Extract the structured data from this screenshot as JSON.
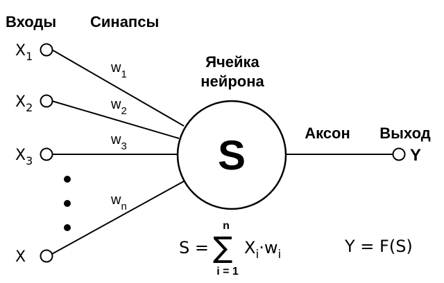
{
  "labels": {
    "inputs_header": "Входы",
    "synapses_header": "Синапсы",
    "cell_line1": "Ячейка",
    "cell_line2": "нейрона",
    "axon": "Аксон",
    "output_header": "Выход"
  },
  "inputs": [
    {
      "name": "X",
      "sub": "1",
      "weight": "w",
      "weight_sub": "1"
    },
    {
      "name": "X",
      "sub": "2",
      "weight": "w",
      "weight_sub": "2"
    },
    {
      "name": "X",
      "sub": "3",
      "weight": "w",
      "weight_sub": "3"
    },
    {
      "name": "X",
      "sub": "",
      "weight": "w",
      "weight_sub": "n"
    }
  ],
  "neuron": {
    "symbol": "S"
  },
  "output": {
    "symbol": "Y"
  },
  "formulas": {
    "sum_left": "S =",
    "sigma": "∑",
    "sum_upper": "n",
    "sum_lower": "i = 1",
    "term_x": "X",
    "term_x_sub": "i",
    "dot": "·",
    "term_w": "w",
    "term_w_sub": "i",
    "activation": "Y = F(S)"
  },
  "colors": {
    "ink": "#000000",
    "background": "#ffffff"
  }
}
